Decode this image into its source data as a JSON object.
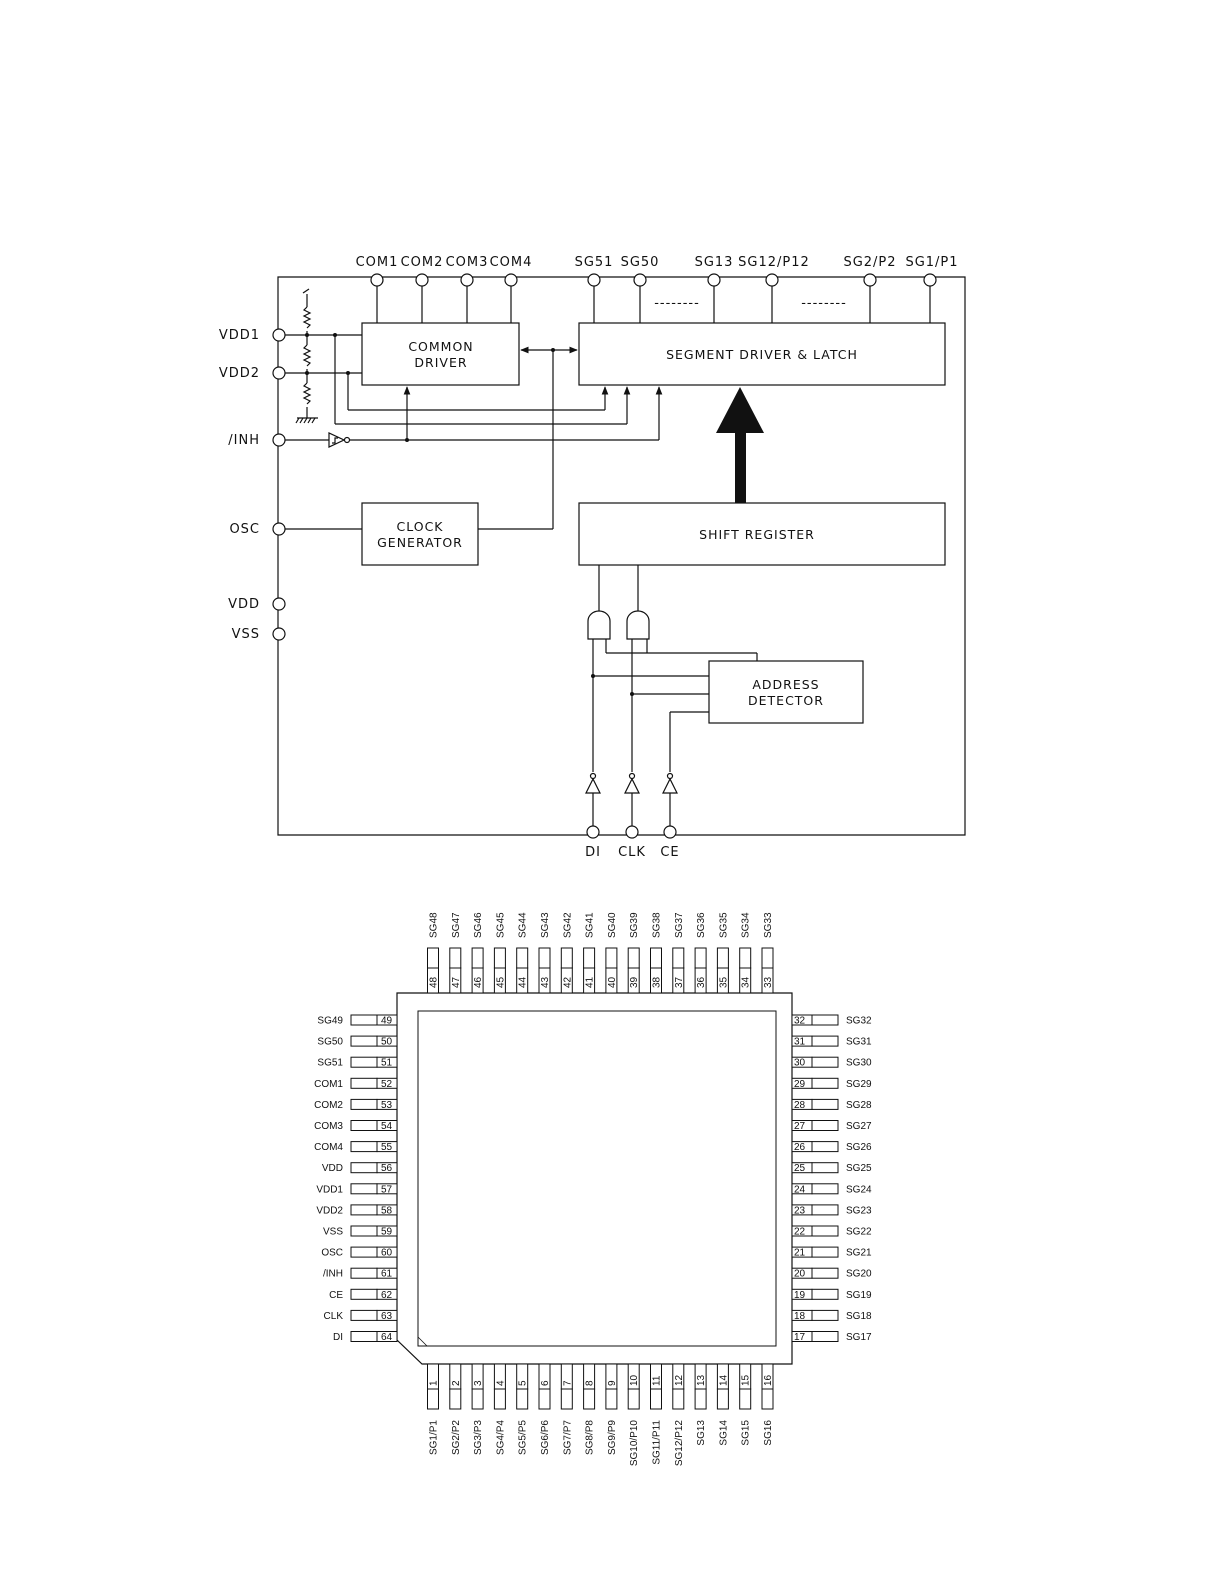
{
  "block_diagram": {
    "top_pins": {
      "com1": "COM1",
      "com2": "COM2",
      "com3": "COM3",
      "com4": "COM4",
      "sg51": "SG51",
      "sg50": "SG50",
      "sg13": "SG13",
      "sg12p12": "SG12/P12",
      "sg2p2": "SG2/P2",
      "sg1p1": "SG1/P1",
      "dashes1": "--------",
      "dashes2": "--------"
    },
    "left_pins": {
      "vdd1": "VDD1",
      "vdd2": "VDD2",
      "inh": "/INH",
      "osc": "OSC",
      "vdd": "VDD",
      "vss": "VSS"
    },
    "bottom_pins": {
      "di": "DI",
      "clk": "CLK",
      "ce": "CE"
    },
    "blocks": {
      "common_driver_1": "COMMON",
      "common_driver_2": "DRIVER",
      "segment_driver": "SEGMENT DRIVER & LATCH",
      "clock_gen_1": "CLOCK",
      "clock_gen_2": "GENERATOR",
      "shift_register": "SHIFT REGISTER",
      "address_1": "ADDRESS",
      "address_2": "DETECTOR"
    }
  },
  "pinout": {
    "top": [
      {
        "n": "48",
        "name": "SG48"
      },
      {
        "n": "47",
        "name": "SG47"
      },
      {
        "n": "46",
        "name": "SG46"
      },
      {
        "n": "45",
        "name": "SG45"
      },
      {
        "n": "44",
        "name": "SG44"
      },
      {
        "n": "43",
        "name": "SG43"
      },
      {
        "n": "42",
        "name": "SG42"
      },
      {
        "n": "41",
        "name": "SG41"
      },
      {
        "n": "40",
        "name": "SG40"
      },
      {
        "n": "39",
        "name": "SG39"
      },
      {
        "n": "38",
        "name": "SG38"
      },
      {
        "n": "37",
        "name": "SG37"
      },
      {
        "n": "36",
        "name": "SG36"
      },
      {
        "n": "35",
        "name": "SG35"
      },
      {
        "n": "34",
        "name": "SG34"
      },
      {
        "n": "33",
        "name": "SG33"
      }
    ],
    "left": [
      {
        "n": "49",
        "name": "SG49"
      },
      {
        "n": "50",
        "name": "SG50"
      },
      {
        "n": "51",
        "name": "SG51"
      },
      {
        "n": "52",
        "name": "COM1"
      },
      {
        "n": "53",
        "name": "COM2"
      },
      {
        "n": "54",
        "name": "COM3"
      },
      {
        "n": "55",
        "name": "COM4"
      },
      {
        "n": "56",
        "name": "VDD"
      },
      {
        "n": "57",
        "name": "VDD1"
      },
      {
        "n": "58",
        "name": "VDD2"
      },
      {
        "n": "59",
        "name": "VSS"
      },
      {
        "n": "60",
        "name": "OSC"
      },
      {
        "n": "61",
        "name": "/INH"
      },
      {
        "n": "62",
        "name": "CE"
      },
      {
        "n": "63",
        "name": "CLK"
      },
      {
        "n": "64",
        "name": "DI"
      }
    ],
    "right": [
      {
        "n": "32",
        "name": "SG32"
      },
      {
        "n": "31",
        "name": "SG31"
      },
      {
        "n": "30",
        "name": "SG30"
      },
      {
        "n": "29",
        "name": "SG29"
      },
      {
        "n": "28",
        "name": "SG28"
      },
      {
        "n": "27",
        "name": "SG27"
      },
      {
        "n": "26",
        "name": "SG26"
      },
      {
        "n": "25",
        "name": "SG25"
      },
      {
        "n": "24",
        "name": "SG24"
      },
      {
        "n": "23",
        "name": "SG23"
      },
      {
        "n": "22",
        "name": "SG22"
      },
      {
        "n": "21",
        "name": "SG21"
      },
      {
        "n": "20",
        "name": "SG20"
      },
      {
        "n": "19",
        "name": "SG19"
      },
      {
        "n": "18",
        "name": "SG18"
      },
      {
        "n": "17",
        "name": "SG17"
      }
    ],
    "bottom": [
      {
        "n": "1",
        "name": "SG1/P1"
      },
      {
        "n": "2",
        "name": "SG2/P2"
      },
      {
        "n": "3",
        "name": "SG3/P3"
      },
      {
        "n": "4",
        "name": "SG4/P4"
      },
      {
        "n": "5",
        "name": "SG5/P5"
      },
      {
        "n": "6",
        "name": "SG6/P6"
      },
      {
        "n": "7",
        "name": "SG7/P7"
      },
      {
        "n": "8",
        "name": "SG8/P8"
      },
      {
        "n": "9",
        "name": "SG9/P9"
      },
      {
        "n": "10",
        "name": "SG10/P10"
      },
      {
        "n": "11",
        "name": "SG11/P11"
      },
      {
        "n": "12",
        "name": "SG12/P12"
      },
      {
        "n": "13",
        "name": "SG13"
      },
      {
        "n": "14",
        "name": "SG14"
      },
      {
        "n": "15",
        "name": "SG15"
      },
      {
        "n": "16",
        "name": "SG16"
      }
    ]
  }
}
